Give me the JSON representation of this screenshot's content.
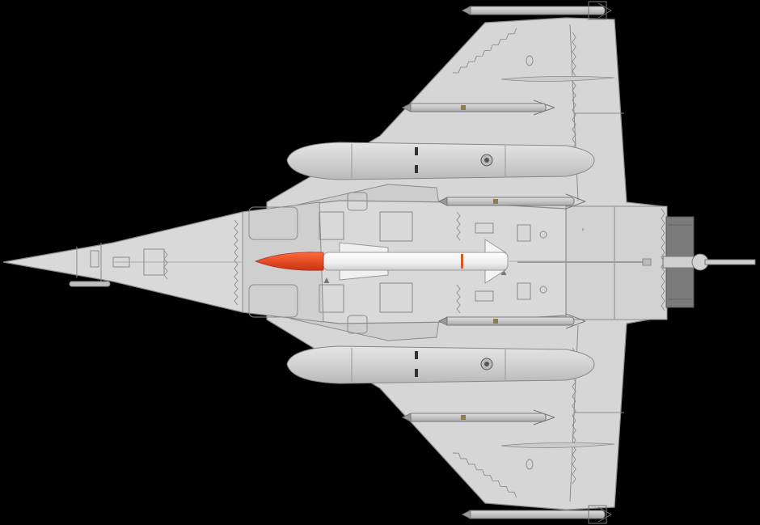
{
  "scene": {
    "subject": "aircraft-top-view",
    "background_color": "#000000",
    "colors": {
      "airframe": "#d6d6d6",
      "airframe_shade": "#c4c4c4",
      "panel_lines": "#8a8a8a",
      "tank": "#cfcfcf",
      "missile_body": "#f2f2f2",
      "missile_nose": "#e0431c",
      "nozzle": "#7b7b7b"
    },
    "stores": [
      "fuel-tank-upper",
      "fuel-tank-lower",
      "center-missile",
      "wingtip-missile-upper",
      "wingtip-missile-lower",
      "outer-missile-upper",
      "outer-missile-lower",
      "inner-missile-upper",
      "inner-missile-lower"
    ]
  }
}
